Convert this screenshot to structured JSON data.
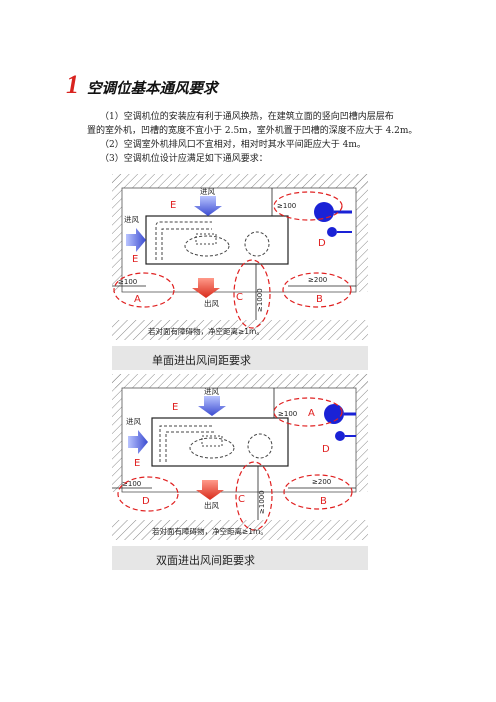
{
  "heading": {
    "number": "1",
    "title": "空调位基本通风要求"
  },
  "paragraphs": {
    "p1_line1": "（1）空调机位的安装应有利于通风换热，在建筑立面的竖向凹槽内层层布",
    "p1_line2": "置的室外机，凹槽的宽度不宜小于 2.5m，室外机置于凹槽的深度不应大于 4.2m。",
    "p2": "（2）空调室外机排风口不宜相对，相对时其水平间距应大于 4m。",
    "p3": "（3）空调机位设计应满足如下通风要求："
  },
  "figure1": {
    "labels": {
      "E_top": "E",
      "E_left": "E",
      "D": "D",
      "A": "A",
      "B": "B",
      "C": "C",
      "inlet_top": "进风",
      "inlet_left": "进风",
      "outlet": "出风",
      "dim_100_top": "≥100",
      "dim_100_bottom": "≥100",
      "dim_200": "≥200",
      "dim_1000": "≥1000"
    },
    "note": "若对面有障碍物，净空距离≥1m。",
    "caption": "单面进出风间距要求"
  },
  "figure2": {
    "labels": {
      "E_top": "E",
      "E_left": "E",
      "D_right": "D",
      "A": "A",
      "B": "B",
      "C": "C",
      "D_bottom": "D",
      "inlet_top": "进风",
      "inlet_left": "进风",
      "outlet": "出风",
      "dim_100_top": "≥100",
      "dim_100_bottom": "≥100",
      "dim_200": "≥200",
      "dim_1000": "≥1000"
    },
    "note": "若对面有障碍物，净空距离≥1m。",
    "caption": "双面进出风间距要求"
  },
  "colors": {
    "accent_red": "#e02020",
    "arrow_blue": "#4a5bd8",
    "arrow_red": "#e33a2a",
    "unit_blue": "#1a22d6",
    "caption_band": "#e6e6e6"
  }
}
